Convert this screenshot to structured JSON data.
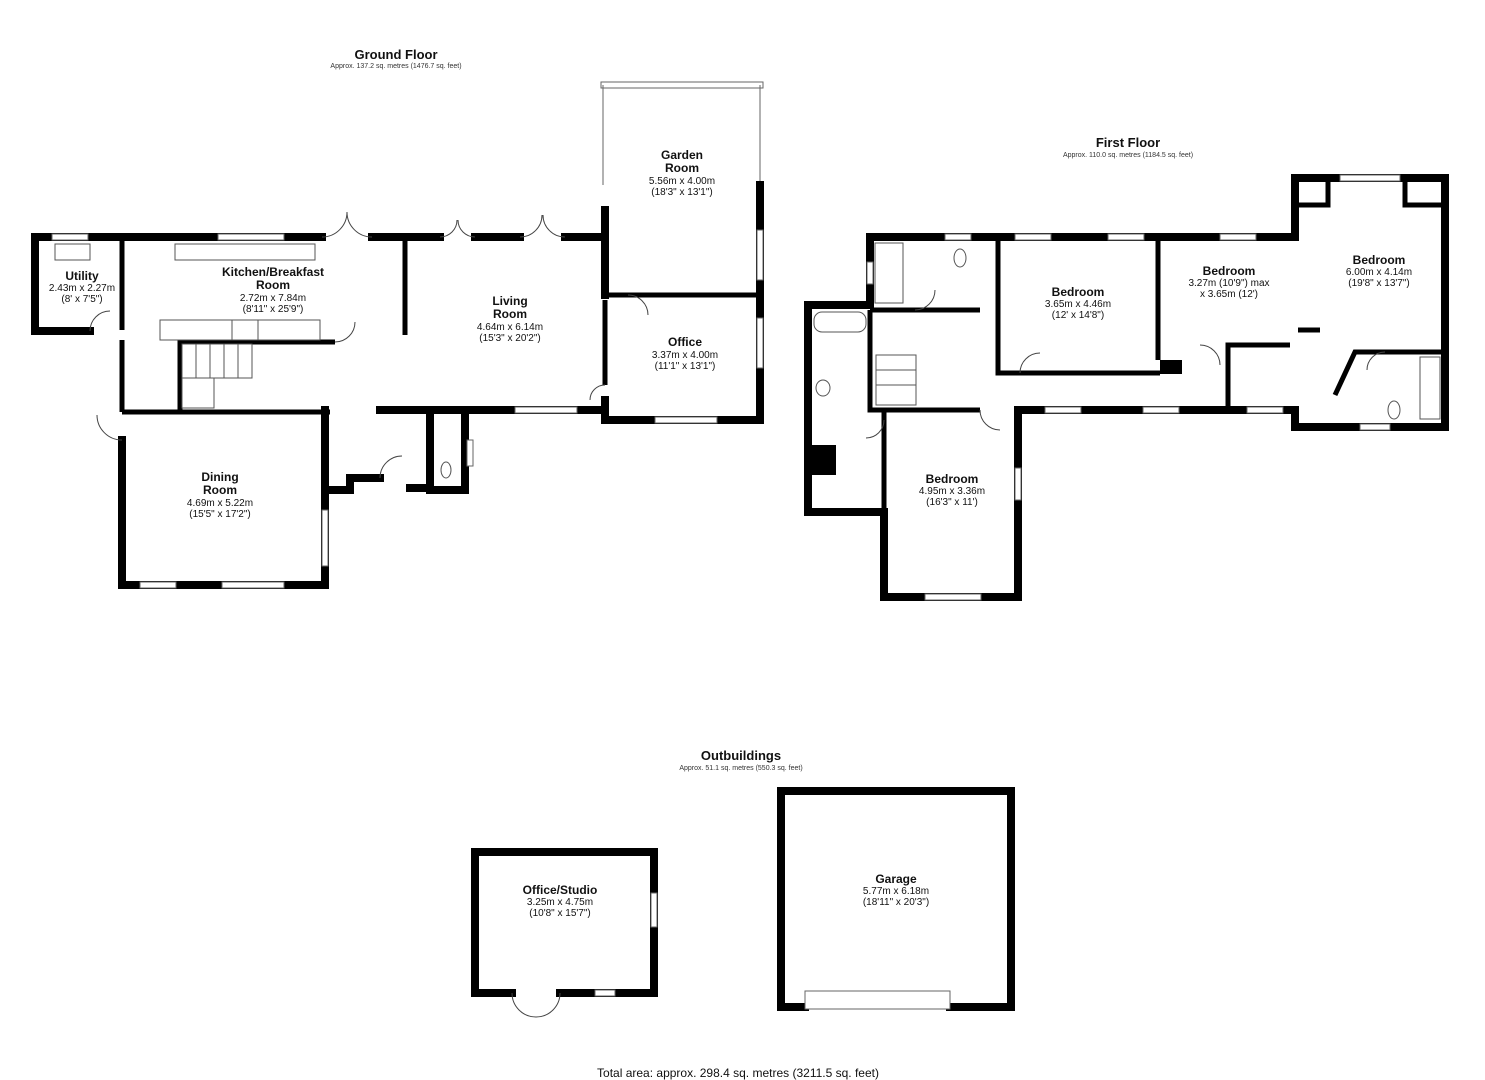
{
  "ground_floor": {
    "title": "Ground Floor",
    "area": "Approx. 137.2 sq. metres (1476.7 sq. feet)",
    "rooms": [
      {
        "name": "Utility",
        "dim_m": "2.43m x 2.27m",
        "dim_ft": "(8' x 7'5\")"
      },
      {
        "name_1": "Kitchen/Breakfast",
        "name_2": "Room",
        "dim_m": "2.72m x 7.84m",
        "dim_ft": "(8'11\" x 25'9\")"
      },
      {
        "name_1": "Living",
        "name_2": "Room",
        "dim_m": "4.64m x 6.14m",
        "dim_ft": "(15'3\" x 20'2\")"
      },
      {
        "name_1": "Garden",
        "name_2": "Room",
        "dim_m": "5.56m x 4.00m",
        "dim_ft": "(18'3\" x 13'1\")"
      },
      {
        "name": "Office",
        "dim_m": "3.37m x 4.00m",
        "dim_ft": "(11'1\" x 13'1\")"
      },
      {
        "name_1": "Dining",
        "name_2": "Room",
        "dim_m": "4.69m x 5.22m",
        "dim_ft": "(15'5\" x 17'2\")"
      }
    ]
  },
  "first_floor": {
    "title": "First Floor",
    "area": "Approx. 110.0 sq. metres (1184.5 sq. feet)",
    "rooms": [
      {
        "name": "Bedroom",
        "dim_m": "3.65m x 4.46m",
        "dim_ft": "(12' x 14'8\")"
      },
      {
        "name": "Bedroom",
        "dim_m": "3.27m (10'9\") max",
        "dim_ft": "x 3.65m (12')"
      },
      {
        "name": "Bedroom",
        "dim_m": "6.00m x 4.14m",
        "dim_ft": "(19'8\" x 13'7\")"
      },
      {
        "name": "Bedroom",
        "dim_m": "4.95m x 3.36m",
        "dim_ft": "(16'3\" x 11')"
      }
    ]
  },
  "outbuildings": {
    "title": "Outbuildings",
    "area": "Approx. 51.1 sq. metres (550.3 sq. feet)",
    "rooms": [
      {
        "name": "Office/Studio",
        "dim_m": "3.25m x 4.75m",
        "dim_ft": "(10'8\" x 15'7\")"
      },
      {
        "name": "Garage",
        "dim_m": "5.77m x 6.18m",
        "dim_ft": "(18'11\" x 20'3\")"
      }
    ]
  },
  "total_area": "Total area: approx. 298.4 sq. metres (3211.5 sq. feet)"
}
